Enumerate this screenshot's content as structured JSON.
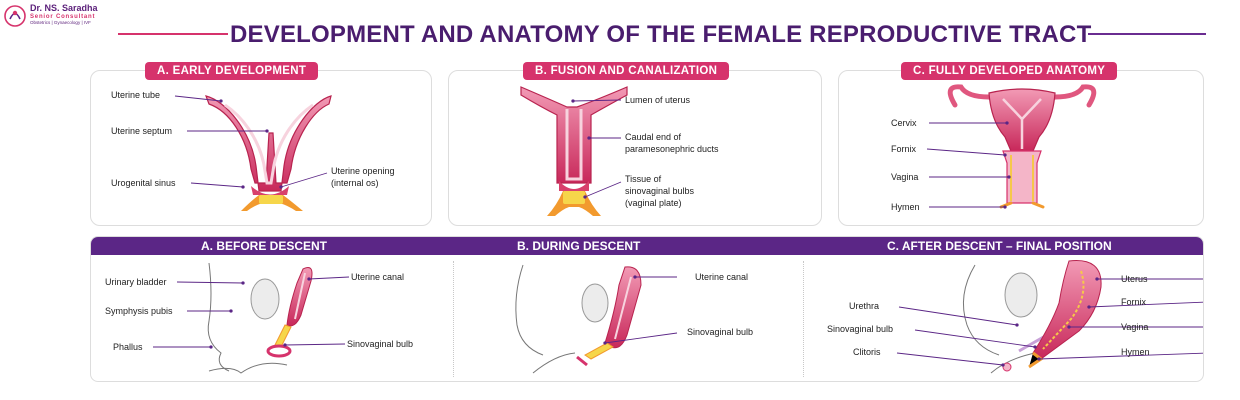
{
  "logo": {
    "name": "Dr. NS. Saradha",
    "role": "Senior Consultant",
    "dept": "Obstetrics | Gynaecology | IVF"
  },
  "title": "DEVELOPMENT AND ANATOMY OF THE FEMALE REPRODUCTIVE TRACT",
  "colors": {
    "accent_pink": "#d6336c",
    "brand_purple": "#5b2686",
    "tissue_pink": "#e0577f",
    "tissue_light": "#f4b5c8",
    "vaginal_plate": "#f6c84a"
  },
  "panels": {
    "early": {
      "heading": "A. EARLY DEVELOPMENT",
      "labels": {
        "uterine_tube": "Uterine tube",
        "uterine_septum": "Uterine septum",
        "urogenital_sinus": "Urogenital sinus",
        "uterine_opening": "Uterine opening",
        "internal_os": "(internal os)"
      }
    },
    "fusion": {
      "heading": "B. FUSION AND CANALIZATION",
      "labels": {
        "lumen": "Lumen of uterus",
        "caudal_1": "Caudal end of",
        "caudal_2": "paramesonephric ducts",
        "tissue_1": "Tissue of",
        "tissue_2": "sinovaginal bulbs",
        "tissue_3": "(vaginal plate)"
      }
    },
    "developed": {
      "heading": "C. FULLY DEVELOPED ANATOMY",
      "labels": {
        "cervix": "Cervix",
        "fornix": "Fornix",
        "vagina": "Vagina",
        "hymen": "Hymen"
      }
    }
  },
  "descent": {
    "before": {
      "heading": "A. BEFORE DESCENT",
      "labels": {
        "urinary_bladder": "Urinary bladder",
        "symphysis_pubis": "Symphysis pubis",
        "phallus": "Phallus",
        "uterine_canal": "Uterine canal",
        "sinovaginal_bulb": "Sinovaginal bulb"
      }
    },
    "during": {
      "heading": "B. DURING DESCENT",
      "labels": {
        "uterine_canal": "Uterine canal",
        "sinovaginal_bulb": "Sinovaginal bulb"
      }
    },
    "after": {
      "heading": "C. AFTER DESCENT – FINAL POSITION",
      "labels": {
        "urethra": "Urethra",
        "sinovaginal_bulb": "Sinovaginal bulb",
        "clitoris": "Clitoris",
        "uterus": "Uterus",
        "fornix": "Fornix",
        "vagina": "Vagina",
        "hymen": "Hymen"
      }
    }
  }
}
